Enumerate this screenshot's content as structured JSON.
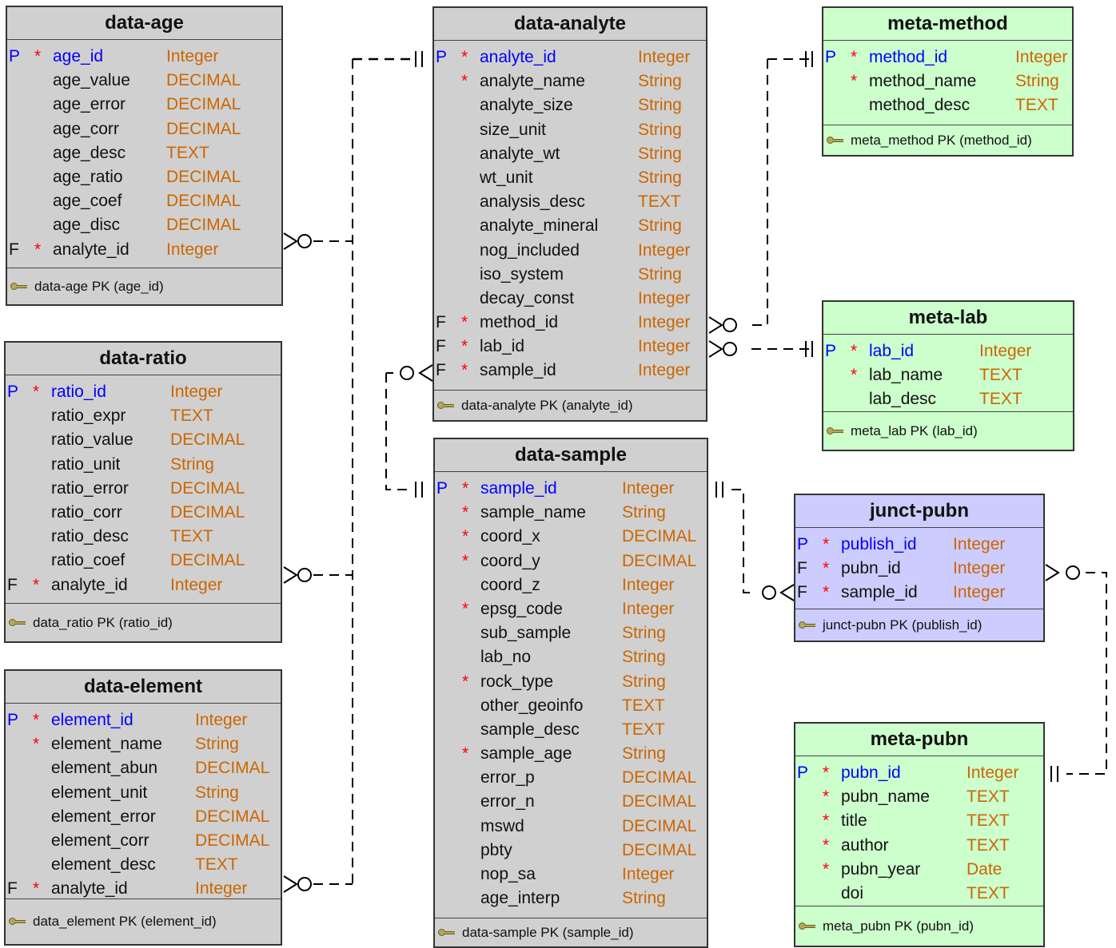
{
  "entities": {
    "data_age": {
      "title": "data-age",
      "footer": "data-age PK (age_id)",
      "attributes": [
        {
          "key": "P",
          "required": "*",
          "name": "age_id",
          "type": "Integer"
        },
        {
          "key": "",
          "required": "",
          "name": "age_value",
          "type": "DECIMAL"
        },
        {
          "key": "",
          "required": "",
          "name": "age_error",
          "type": "DECIMAL"
        },
        {
          "key": "",
          "required": "",
          "name": "age_corr",
          "type": "DECIMAL"
        },
        {
          "key": "",
          "required": "",
          "name": "age_desc",
          "type": "TEXT"
        },
        {
          "key": "",
          "required": "",
          "name": "age_ratio",
          "type": "DECIMAL"
        },
        {
          "key": "",
          "required": "",
          "name": "age_coef",
          "type": "DECIMAL"
        },
        {
          "key": "",
          "required": "",
          "name": "age_disc",
          "type": "DECIMAL"
        },
        {
          "key": "F",
          "required": "*",
          "name": "analyte_id",
          "type": "Integer"
        }
      ]
    },
    "data_ratio": {
      "title": "data-ratio",
      "footer": "data_ratio PK (ratio_id)",
      "attributes": [
        {
          "key": "P",
          "required": "*",
          "name": "ratio_id",
          "type": "Integer"
        },
        {
          "key": "",
          "required": "",
          "name": "ratio_expr",
          "type": "TEXT"
        },
        {
          "key": "",
          "required": "",
          "name": "ratio_value",
          "type": "DECIMAL"
        },
        {
          "key": "",
          "required": "",
          "name": "ratio_unit",
          "type": "String"
        },
        {
          "key": "",
          "required": "",
          "name": "ratio_error",
          "type": "DECIMAL"
        },
        {
          "key": "",
          "required": "",
          "name": "ratio_corr",
          "type": "DECIMAL"
        },
        {
          "key": "",
          "required": "",
          "name": "ratio_desc",
          "type": "TEXT"
        },
        {
          "key": "",
          "required": "",
          "name": "ratio_coef",
          "type": "DECIMAL"
        },
        {
          "key": "F",
          "required": "*",
          "name": "analyte_id",
          "type": "Integer"
        }
      ]
    },
    "data_element": {
      "title": "data-element",
      "footer": "data_element PK (element_id)",
      "attributes": [
        {
          "key": "P",
          "required": "*",
          "name": "element_id",
          "type": "Integer"
        },
        {
          "key": "",
          "required": "*",
          "name": "element_name",
          "type": "String"
        },
        {
          "key": "",
          "required": "",
          "name": "element_abun",
          "type": "DECIMAL"
        },
        {
          "key": "",
          "required": "",
          "name": "element_unit",
          "type": "String"
        },
        {
          "key": "",
          "required": "",
          "name": "element_error",
          "type": "DECIMAL"
        },
        {
          "key": "",
          "required": "",
          "name": "element_corr",
          "type": "DECIMAL"
        },
        {
          "key": "",
          "required": "",
          "name": "element_desc",
          "type": "TEXT"
        },
        {
          "key": "F",
          "required": "*",
          "name": "analyte_id",
          "type": "Integer"
        }
      ]
    },
    "data_analyte": {
      "title": "data-analyte",
      "footer": "data-analyte PK (analyte_id)",
      "attributes": [
        {
          "key": "P",
          "required": "*",
          "name": "analyte_id",
          "type": "Integer"
        },
        {
          "key": "",
          "required": "*",
          "name": "analyte_name",
          "type": "String"
        },
        {
          "key": "",
          "required": "",
          "name": "analyte_size",
          "type": "String"
        },
        {
          "key": "",
          "required": "",
          "name": "size_unit",
          "type": "String"
        },
        {
          "key": "",
          "required": "",
          "name": "analyte_wt",
          "type": "String"
        },
        {
          "key": "",
          "required": "",
          "name": "wt_unit",
          "type": "String"
        },
        {
          "key": "",
          "required": "",
          "name": "analysis_desc",
          "type": "TEXT"
        },
        {
          "key": "",
          "required": "",
          "name": "analyte_mineral",
          "type": "String"
        },
        {
          "key": "",
          "required": "",
          "name": "nog_included",
          "type": "Integer"
        },
        {
          "key": "",
          "required": "",
          "name": "iso_system",
          "type": "String"
        },
        {
          "key": "",
          "required": "",
          "name": "decay_const",
          "type": "Integer"
        },
        {
          "key": "F",
          "required": "*",
          "name": "method_id",
          "type": "Integer"
        },
        {
          "key": "F",
          "required": "*",
          "name": "lab_id",
          "type": "Integer"
        },
        {
          "key": "F",
          "required": "*",
          "name": "sample_id",
          "type": "Integer"
        }
      ]
    },
    "data_sample": {
      "title": "data-sample",
      "footer": "data-sample PK (sample_id)",
      "attributes": [
        {
          "key": "P",
          "required": "*",
          "name": "sample_id",
          "type": "Integer"
        },
        {
          "key": "",
          "required": "*",
          "name": "sample_name",
          "type": "String"
        },
        {
          "key": "",
          "required": "*",
          "name": "coord_x",
          "type": "DECIMAL"
        },
        {
          "key": "",
          "required": "*",
          "name": "coord_y",
          "type": "DECIMAL"
        },
        {
          "key": "",
          "required": "",
          "name": "coord_z",
          "type": "Integer"
        },
        {
          "key": "",
          "required": "*",
          "name": "epsg_code",
          "type": "Integer"
        },
        {
          "key": "",
          "required": "",
          "name": "sub_sample",
          "type": "String"
        },
        {
          "key": "",
          "required": "",
          "name": "lab_no",
          "type": "String"
        },
        {
          "key": "",
          "required": "*",
          "name": "rock_type",
          "type": "String"
        },
        {
          "key": "",
          "required": "",
          "name": "other_geoinfo",
          "type": "TEXT"
        },
        {
          "key": "",
          "required": "",
          "name": "sample_desc",
          "type": "TEXT"
        },
        {
          "key": "",
          "required": "*",
          "name": "sample_age",
          "type": "String"
        },
        {
          "key": "",
          "required": "",
          "name": "error_p",
          "type": "DECIMAL"
        },
        {
          "key": "",
          "required": "",
          "name": "error_n",
          "type": "DECIMAL"
        },
        {
          "key": "",
          "required": "",
          "name": "mswd",
          "type": "DECIMAL"
        },
        {
          "key": "",
          "required": "",
          "name": "pbty",
          "type": "DECIMAL"
        },
        {
          "key": "",
          "required": "",
          "name": "nop_sa",
          "type": "Integer"
        },
        {
          "key": "",
          "required": "",
          "name": "age_interp",
          "type": "String"
        }
      ]
    },
    "meta_method": {
      "title": "meta-method",
      "footer": "meta_method PK (method_id)",
      "attributes": [
        {
          "key": "P",
          "required": "*",
          "name": "method_id",
          "type": "Integer"
        },
        {
          "key": "",
          "required": "*",
          "name": "method_name",
          "type": "String"
        },
        {
          "key": "",
          "required": "",
          "name": "method_desc",
          "type": "TEXT"
        }
      ]
    },
    "meta_lab": {
      "title": "meta-lab",
      "footer": "meta_lab PK (lab_id)",
      "attributes": [
        {
          "key": "P",
          "required": "*",
          "name": "lab_id",
          "type": "Integer"
        },
        {
          "key": "",
          "required": "*",
          "name": "lab_name",
          "type": "TEXT"
        },
        {
          "key": "",
          "required": "",
          "name": "lab_desc",
          "type": "TEXT"
        }
      ]
    },
    "junct_pubn": {
      "title": "junct-pubn",
      "footer": "junct-pubn PK (publish_id)",
      "attributes": [
        {
          "key": "P",
          "required": "*",
          "name": "publish_id",
          "type": "Integer"
        },
        {
          "key": "F",
          "required": "*",
          "name": "pubn_id",
          "type": "Integer"
        },
        {
          "key": "F",
          "required": "*",
          "name": "sample_id",
          "type": "Integer"
        }
      ]
    },
    "meta_pubn": {
      "title": "meta-pubn",
      "footer": "meta_pubn PK (pubn_id)",
      "attributes": [
        {
          "key": "P",
          "required": "*",
          "name": "pubn_id",
          "type": "Integer"
        },
        {
          "key": "",
          "required": "*",
          "name": "pubn_name",
          "type": "TEXT"
        },
        {
          "key": "",
          "required": "*",
          "name": "title",
          "type": "TEXT"
        },
        {
          "key": "",
          "required": "*",
          "name": "author",
          "type": "TEXT"
        },
        {
          "key": "",
          "required": "*",
          "name": "pubn_year",
          "type": "Date"
        },
        {
          "key": "",
          "required": "",
          "name": "doi",
          "type": "TEXT"
        }
      ]
    }
  },
  "relationships": [
    {
      "parent": "data-analyte",
      "child": "data-age",
      "parent_cardinality": "one-and-only-one",
      "child_cardinality": "zero-or-many"
    },
    {
      "parent": "data-analyte",
      "child": "data-ratio",
      "parent_cardinality": "one-and-only-one",
      "child_cardinality": "zero-or-many"
    },
    {
      "parent": "data-analyte",
      "child": "data-element",
      "parent_cardinality": "one-and-only-one",
      "child_cardinality": "zero-or-many"
    },
    {
      "parent": "meta-method",
      "child": "data-analyte",
      "parent_cardinality": "one-and-only-one",
      "child_cardinality": "zero-or-many"
    },
    {
      "parent": "meta-lab",
      "child": "data-analyte",
      "parent_cardinality": "one-and-only-one",
      "child_cardinality": "zero-or-many"
    },
    {
      "parent": "data-sample",
      "child": "data-analyte",
      "parent_cardinality": "one-and-only-one",
      "child_cardinality": "zero-or-many"
    },
    {
      "parent": "data-sample",
      "child": "junct-pubn",
      "parent_cardinality": "one-and-only-one",
      "child_cardinality": "zero-or-many"
    },
    {
      "parent": "meta-pubn",
      "child": "junct-pubn",
      "parent_cardinality": "one-and-only-one",
      "child_cardinality": "zero-or-many"
    }
  ],
  "colors": {
    "data_table_fill": "#d0d0d0",
    "meta_table_fill": "#ccffcc",
    "junction_table_fill": "#ccccff",
    "primary_key_text": "#0000ff",
    "required_marker": "#ff0000",
    "type_text": "#cc6600",
    "connector_line": "#000000"
  },
  "icons": {
    "footer_icon": "key-icon"
  }
}
